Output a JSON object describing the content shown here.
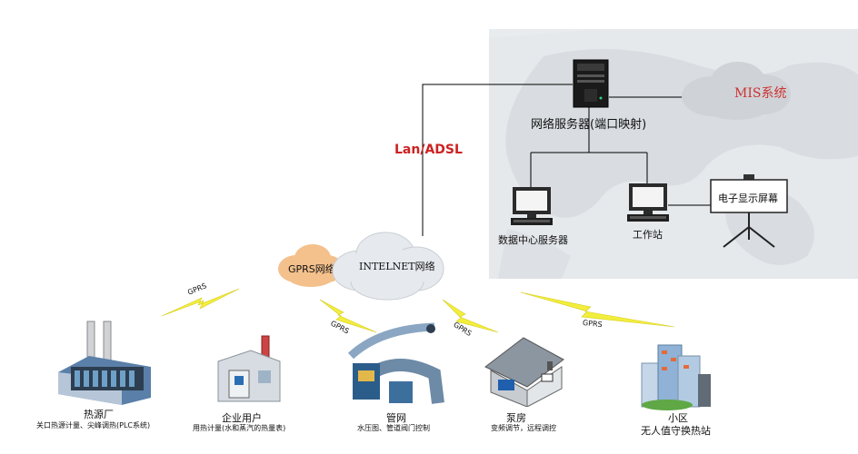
{
  "diagram": {
    "mis_label": "MIS系统",
    "network_server_label": "网络服务器(端口映射)",
    "lan_label": "Lan/ADSL",
    "data_center_label": "数据中心服务器",
    "workstation_label": "工作站",
    "screen_label": "电子显示屏幕",
    "gprs_cloud_label": "GPRS网络",
    "internet_cloud_label": "INTELNET网络",
    "gprs_link_label": "GPRS",
    "colors": {
      "lan_text": "#cc2222",
      "mis_text": "#cc3333",
      "gprs_bolt": "#f2ee3c",
      "gprs_cloud": "#f4c08c",
      "internet_cloud": "#e6eaee"
    }
  },
  "nodes": [
    {
      "title": "热源厂",
      "subtitle": "关口热源计量、尖峰调热(PLC系统)"
    },
    {
      "title": "企业用户",
      "subtitle": "用热计量(水和蒸汽的热量表)"
    },
    {
      "title": "管网",
      "subtitle": "水压图、管道阀门控制"
    },
    {
      "title": "泵房",
      "subtitle": "变频调节，远程调控"
    },
    {
      "title": "小区",
      "subtitle": "无人值守换热站"
    }
  ]
}
